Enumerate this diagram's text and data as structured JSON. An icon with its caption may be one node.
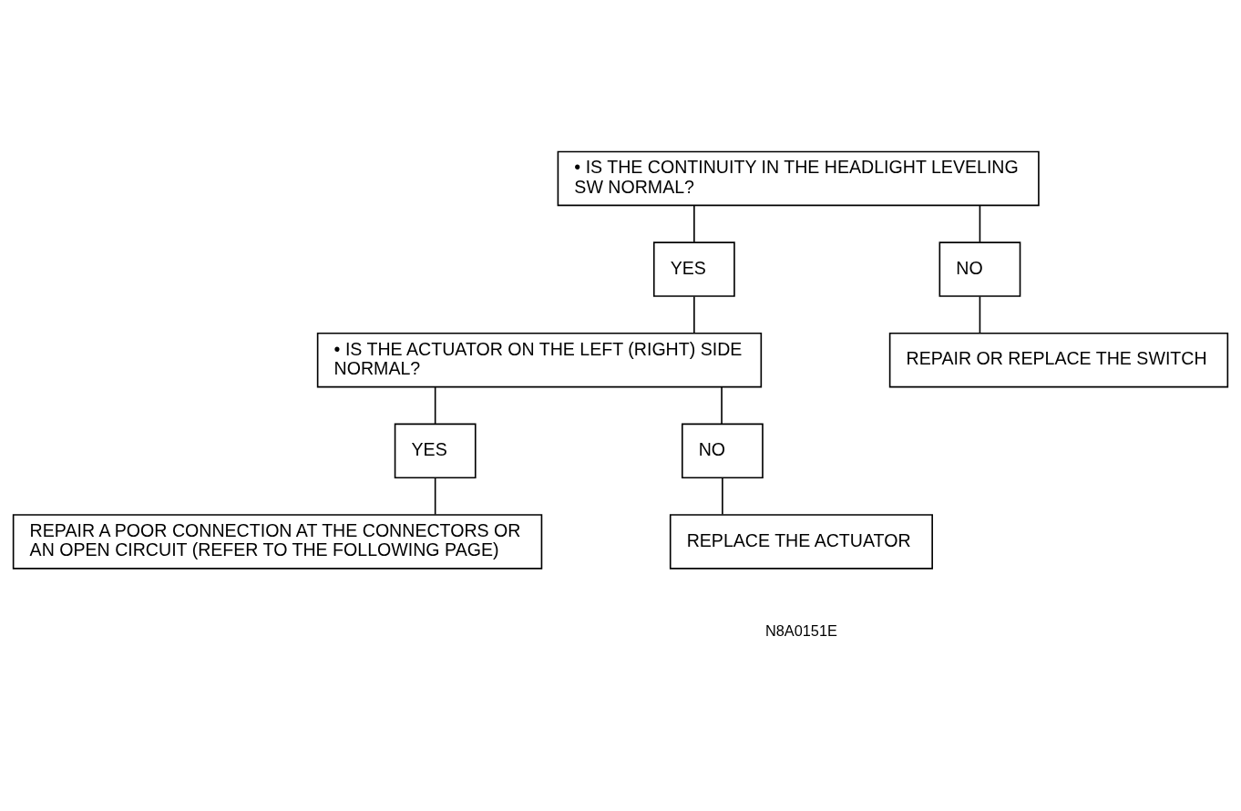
{
  "diagram": {
    "nodes": [
      {
        "text": [
          "• IS THE CONTINUITY IN THE HEADLIGHT LEVELING SW NORMAL?"
        ]
      },
      {
        "text": [
          "YES"
        ]
      },
      {
        "text": [
          "NO"
        ]
      },
      {
        "text": [
          "REPAIR OR REPLACE THE SWITCH"
        ]
      },
      {
        "text": [
          "• IS THE ACTUATOR ON THE LEFT (RIGHT) SIDE NORMAL?"
        ]
      },
      {
        "text": [
          "YES"
        ]
      },
      {
        "text": [
          "NO"
        ]
      },
      {
        "text": [
          "REPAIR A POOR CONNECTION AT THE CONNECTORS OR AN OPEN CIRCUIT (REFER TO THE FOLLOWING PAGE)"
        ]
      },
      {
        "text": [
          "REPLACE THE ACTUATOR"
        ]
      }
    ],
    "edges": [
      {
        "from": 0,
        "to": 1,
        "arrow": "none"
      },
      {
        "from": 0,
        "to": 2,
        "arrow": "none"
      },
      {
        "from": 1,
        "to": 4,
        "arrow": "none"
      },
      {
        "from": 2,
        "to": 3,
        "arrow": "none"
      },
      {
        "from": 4,
        "to": 5,
        "arrow": "none"
      },
      {
        "from": 4,
        "to": 6,
        "arrow": "none"
      },
      {
        "from": 5,
        "to": 7,
        "arrow": "none"
      },
      {
        "from": 6,
        "to": 8,
        "arrow": "none"
      }
    ],
    "labels": [
      "N8A0151E"
    ]
  }
}
